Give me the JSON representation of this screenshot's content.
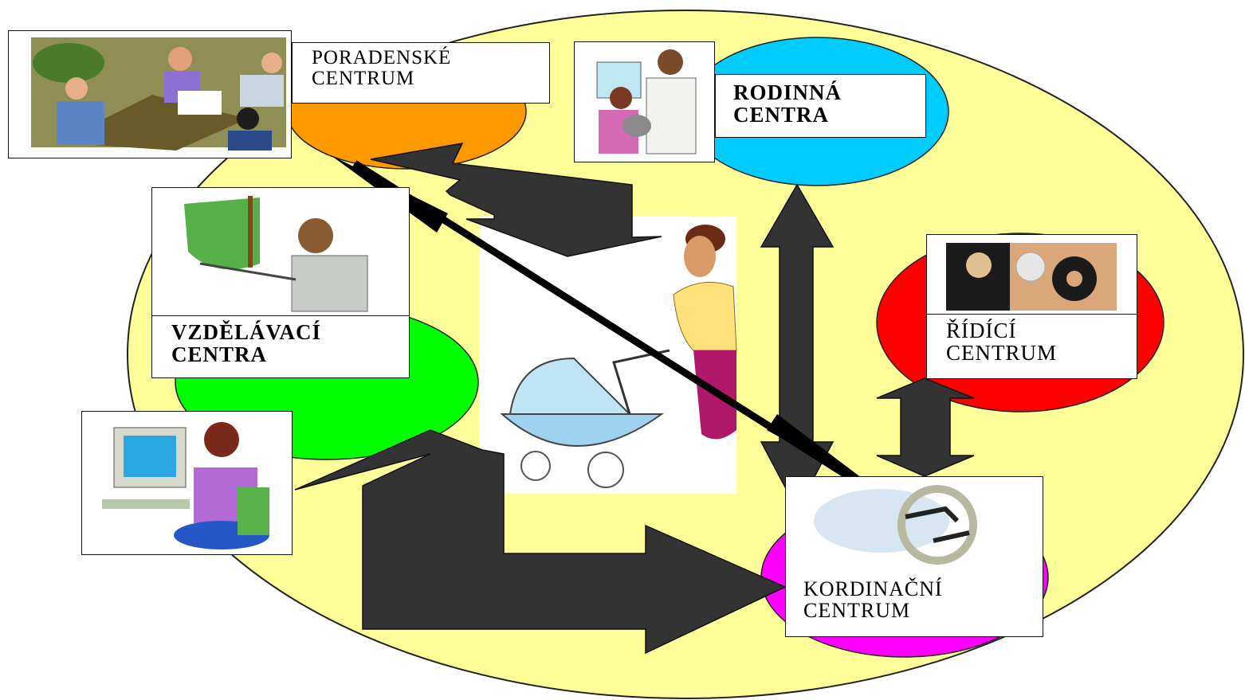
{
  "diagram": {
    "nodes": {
      "poradenske": {
        "line1": "PORADENSKÉ",
        "line2": "CENTRUM",
        "color": "#FF9900",
        "icon": "meeting-clipart-icon"
      },
      "rodinna": {
        "line1": "RODINNÁ",
        "line2": "CENTRA",
        "color": "#00CCFF",
        "icon": "family-clipart-icon"
      },
      "vzdelavaci": {
        "line1": "VZDĚLÁVACÍ",
        "line2": "CENTRA",
        "color": "#00FF00",
        "icon": "teacher-clipart-icon"
      },
      "ridici": {
        "line1": "ŘÍDÍCÍ",
        "line2": "CENTRUM",
        "color": "#FF0000",
        "icon": "gears-clipart-icon"
      },
      "kordinacni": {
        "line1": "KORDINAČNÍ",
        "line2": "CENTRUM",
        "color": "#FF00FF",
        "icon": "gear-people-clipart-icon"
      }
    },
    "center_icon": "mother-pram-clipart-icon",
    "computer_icon": "computer-user-clipart-icon",
    "background_color": "#FFFF99",
    "arrow_color": "#333333"
  }
}
